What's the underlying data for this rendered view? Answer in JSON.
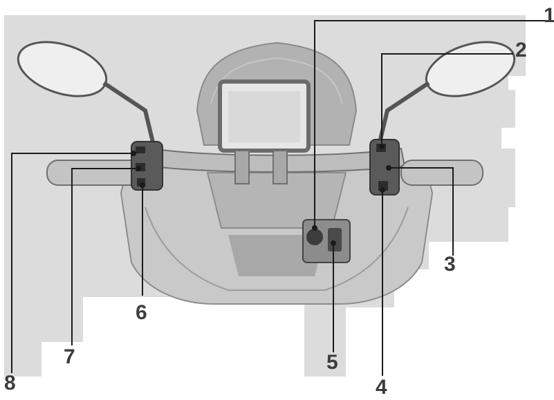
{
  "figure": {
    "subject": "motorcycle-handlebar-controls",
    "colors": {
      "background": "#ffffff",
      "panel": "#dcdcdc",
      "body": "#c9c9c9",
      "body_dark": "#9c9c9c",
      "switch": "#4a4a4a",
      "leader": "#1a1a1a",
      "label": "#3c3c3c"
    },
    "callouts": [
      {
        "id": "1",
        "label": "1"
      },
      {
        "id": "2",
        "label": "2"
      },
      {
        "id": "3",
        "label": "3"
      },
      {
        "id": "4",
        "label": "4"
      },
      {
        "id": "5",
        "label": "5"
      },
      {
        "id": "6",
        "label": "6"
      },
      {
        "id": "7",
        "label": "7"
      },
      {
        "id": "8",
        "label": "8"
      }
    ]
  }
}
